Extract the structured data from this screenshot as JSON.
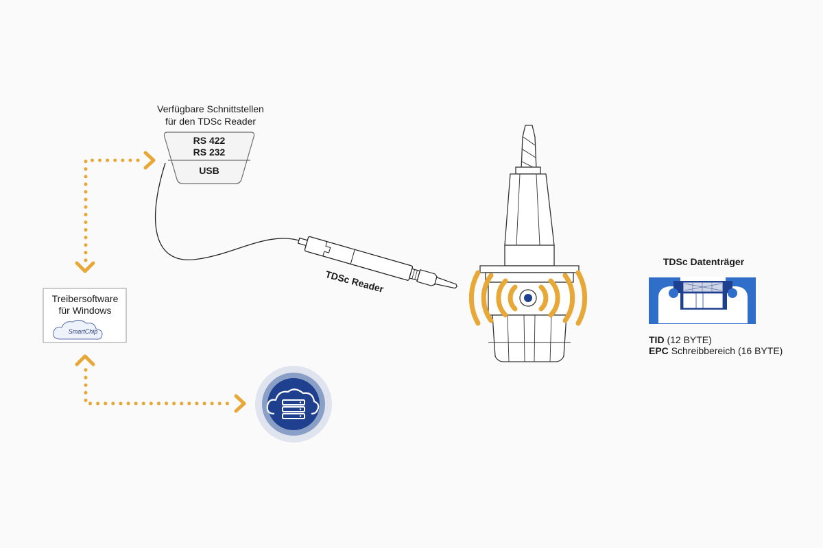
{
  "interfaces": {
    "title_line1": "Verfügbare Schnittstellen",
    "title_line2": "für den TDSc Reader",
    "rs422": "RS 422",
    "rs232": "RS 232",
    "usb": "USB"
  },
  "driver": {
    "line1": "Treibersoftware",
    "line2": "für Windows",
    "logo_text": "SmartChip"
  },
  "reader": {
    "label": "TDSc Reader"
  },
  "data_carrier": {
    "title": "TDSc Datenträger",
    "tid_key": "TID",
    "tid_value": "(12 BYTE)",
    "epc_key": "EPC",
    "epc_value": "Schreibbereich (16 BYTE)"
  },
  "icons": {
    "cloud_server": "cloud-server-icon",
    "smartchip": "cloud-logo-icon"
  },
  "colors": {
    "connector": "#e8a838",
    "brand_blue": "#1f3f8f",
    "carrier_blue": "#2f6fc9",
    "ring_light": "#dfe4ee",
    "ring_mid": "#8a9fc6"
  }
}
